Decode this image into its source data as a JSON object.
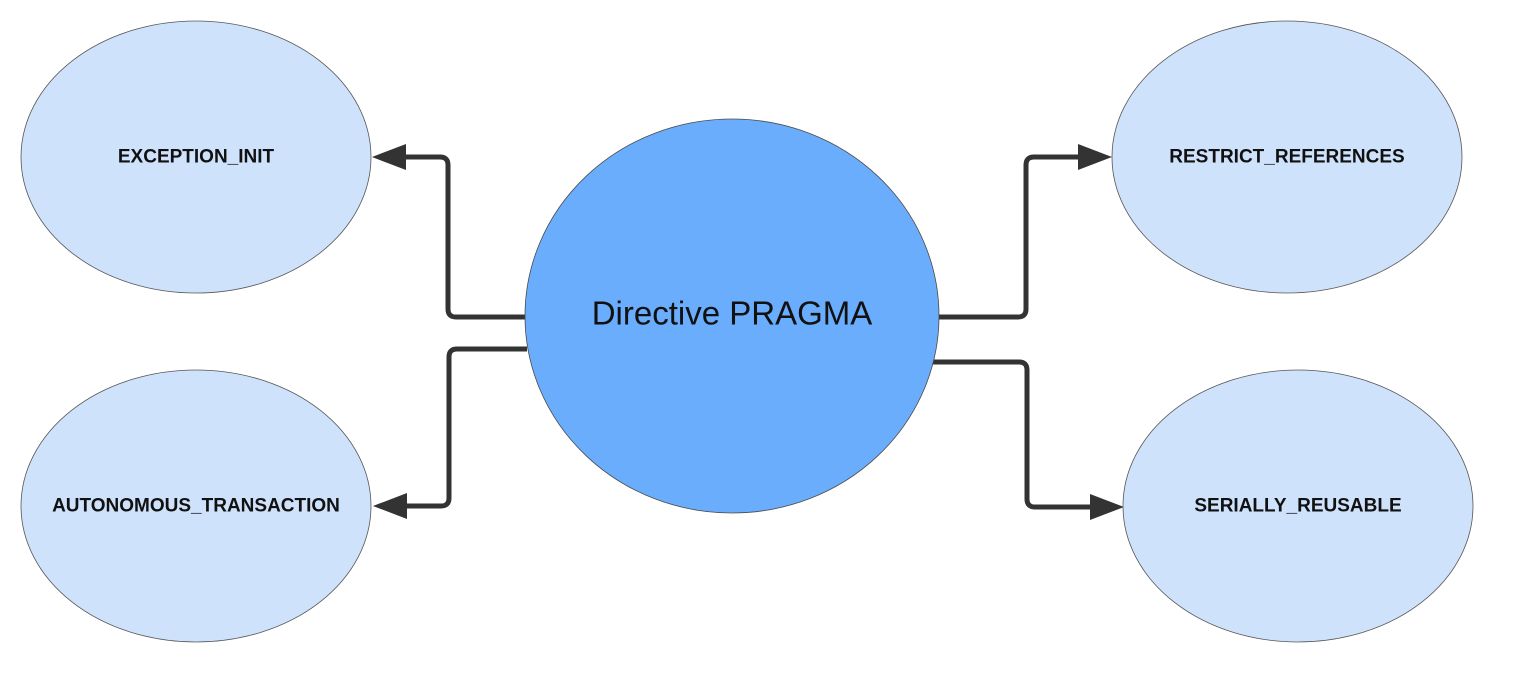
{
  "diagram": {
    "center": {
      "label": "Directive PRAGMA",
      "fill": "#6aadfc"
    },
    "outer_fill": "#cfe2fc",
    "connector_color": "#333333",
    "nodes": {
      "exception_init": {
        "label": "EXCEPTION_INIT"
      },
      "autonomous_transaction": {
        "label": "AUTONOMOUS_TRANSACTION"
      },
      "restrict_references": {
        "label": "RESTRICT_REFERENCES"
      },
      "serially_reusable": {
        "label": "SERIALLY_REUSABLE"
      }
    },
    "edges": [
      {
        "from": "center",
        "to": "exception_init"
      },
      {
        "from": "center",
        "to": "autonomous_transaction"
      },
      {
        "from": "center",
        "to": "restrict_references"
      },
      {
        "from": "center",
        "to": "serially_reusable"
      }
    ]
  }
}
